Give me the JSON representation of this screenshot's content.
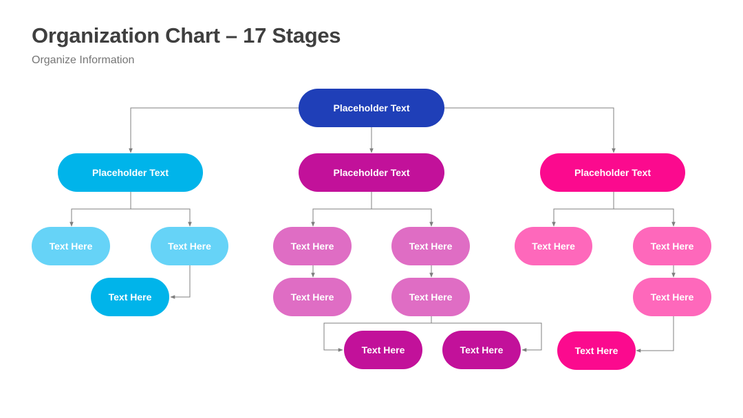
{
  "header": {
    "title": "Organization Chart – 17 Stages",
    "subtitle": "Organize Information"
  },
  "colors": {
    "root": "#1f3fb8",
    "cyan_dark": "#00b4ea",
    "cyan_light": "#66d3f7",
    "magenta_dark": "#c2119a",
    "magenta_light": "#df6dc4",
    "pink_dark": "#fb0a8e",
    "pink_light": "#fe68bb",
    "connector": "#7f7f7f"
  },
  "nodes": {
    "root": "Placeholder Text",
    "left_head": "Placeholder Text",
    "center_head": "Placeholder Text",
    "right_head": "Placeholder Text",
    "l1": "Text Here",
    "l2": "Text Here",
    "l3": "Text Here",
    "c1": "Text Here",
    "c2": "Text Here",
    "c3": "Text Here",
    "c4": "Text Here",
    "c5": "Text Here",
    "c6": "Text Here",
    "r1": "Text Here",
    "r2": "Text Here",
    "r3": "Text Here",
    "r4": "Text Here"
  }
}
